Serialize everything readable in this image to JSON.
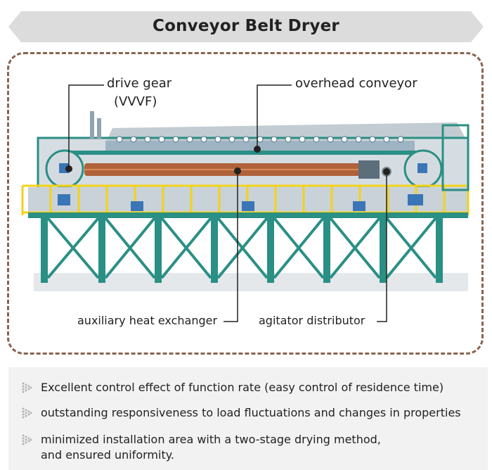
{
  "title": "Conveyor Belt Dryer",
  "labels": {
    "drive_gear": "drive gear",
    "drive_gear_sub": "(VVVF)",
    "overhead_conveyor": "overhead conveyor",
    "aux_heat_exchanger": "auxiliary heat exchanger",
    "agitator_distributor": "agitator distributor"
  },
  "features": [
    {
      "line1": "Excellent control effect of function rate (easy control of residence time)",
      "line2": ""
    },
    {
      "line1": "outstanding responsiveness to load fluctuations and changes in properties",
      "line2": ""
    },
    {
      "line1": "minimized installation area with a two-stage drying method,",
      "line2": "and ensured uniformity."
    }
  ],
  "colors": {
    "banner": "#dcdcdc",
    "frame": "#8a6450",
    "steel": "#2a8f84",
    "housing": "#c9d2d8",
    "rail": "#f2d21a",
    "heat_exchanger": "#b0623a",
    "bullet_panel": "#f2f2f2"
  }
}
